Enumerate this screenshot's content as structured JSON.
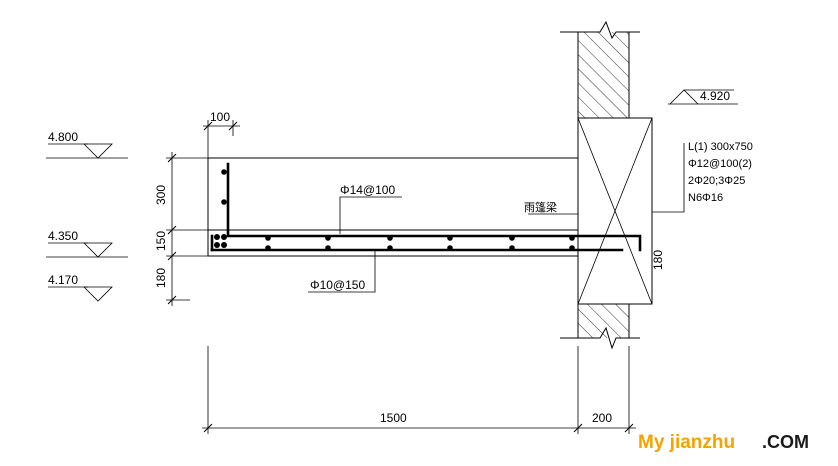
{
  "levels": {
    "l1": "4.800",
    "l2": "4.350",
    "l3": "4.170",
    "l4": "4.920"
  },
  "dims": {
    "top_100": "100",
    "v_300": "300",
    "v_150": "150",
    "v_180": "180",
    "beam_180": "180",
    "bottom_1500": "1500",
    "bottom_200": "200"
  },
  "rebar": {
    "top": "Φ14@100",
    "bottom": "Φ10@150"
  },
  "beam_label": "雨篷梁",
  "beam_spec": {
    "line1": "L(1) 300x750",
    "line2": "Φ12@100(2)",
    "line3": "2Φ20;3Φ25",
    "line4": "N6Φ16"
  },
  "watermark": {
    "main": "My jianzhu",
    "suffix": ".COM"
  },
  "colors": {
    "watermark_main": "#f4a300",
    "watermark_suffix": "#1a1a1a",
    "ink": "#000000"
  }
}
